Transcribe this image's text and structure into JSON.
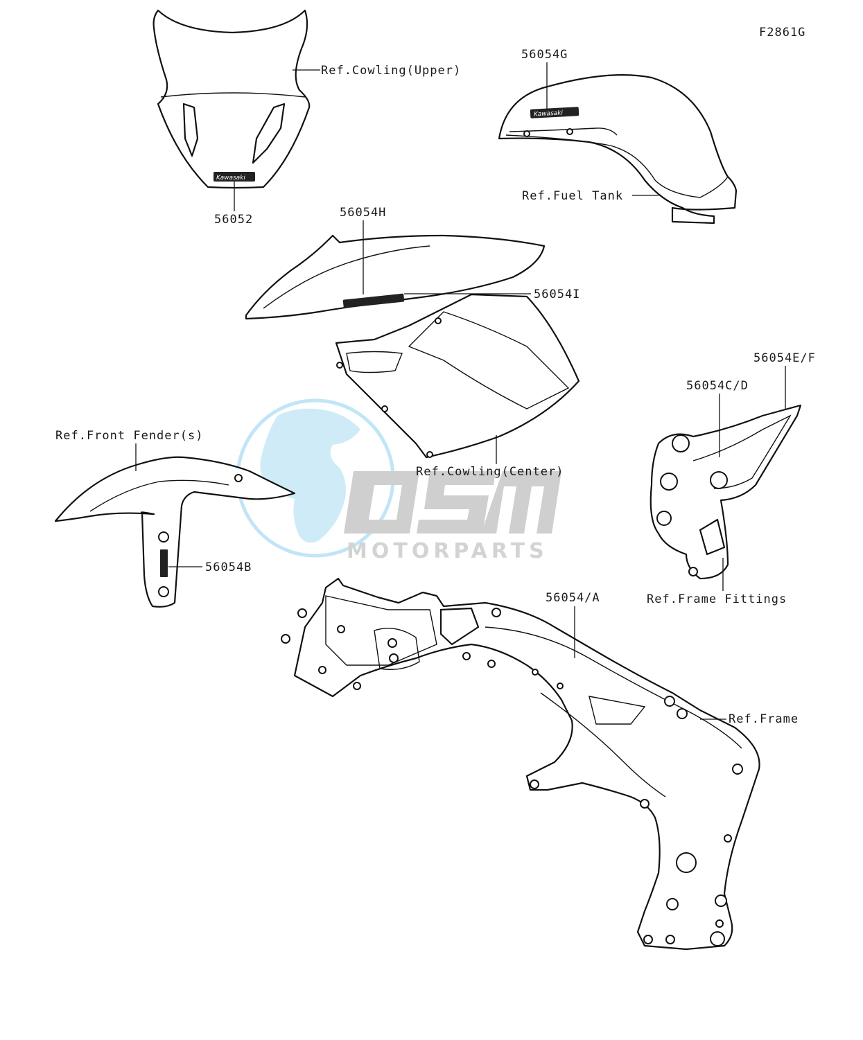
{
  "figure_id": "F2861G",
  "labels": {
    "ref_cowling_upper": "Ref.Cowling(Upper)",
    "part_56052": "56052",
    "part_56054G": "56054G",
    "ref_fuel_tank": "Ref.Fuel Tank",
    "part_56054H": "56054H",
    "part_56054I": "56054I",
    "ref_cowling_center": "Ref.Cowling(Center)",
    "part_56054EF": "56054E/F",
    "part_56054CD": "56054C/D",
    "ref_front_fender": "Ref.Front Fender(s)",
    "part_56054B": "56054B",
    "ref_frame_fittings": "Ref.Frame Fittings",
    "part_56054A": "56054/A",
    "ref_frame": "Ref.Frame"
  },
  "decal_text": "Kawasaki",
  "watermark": {
    "brand": "OSM",
    "sub": "MOTORPARTS",
    "colors": {
      "globe": "#6ec4ee",
      "letters": "#9a9a9a"
    }
  }
}
